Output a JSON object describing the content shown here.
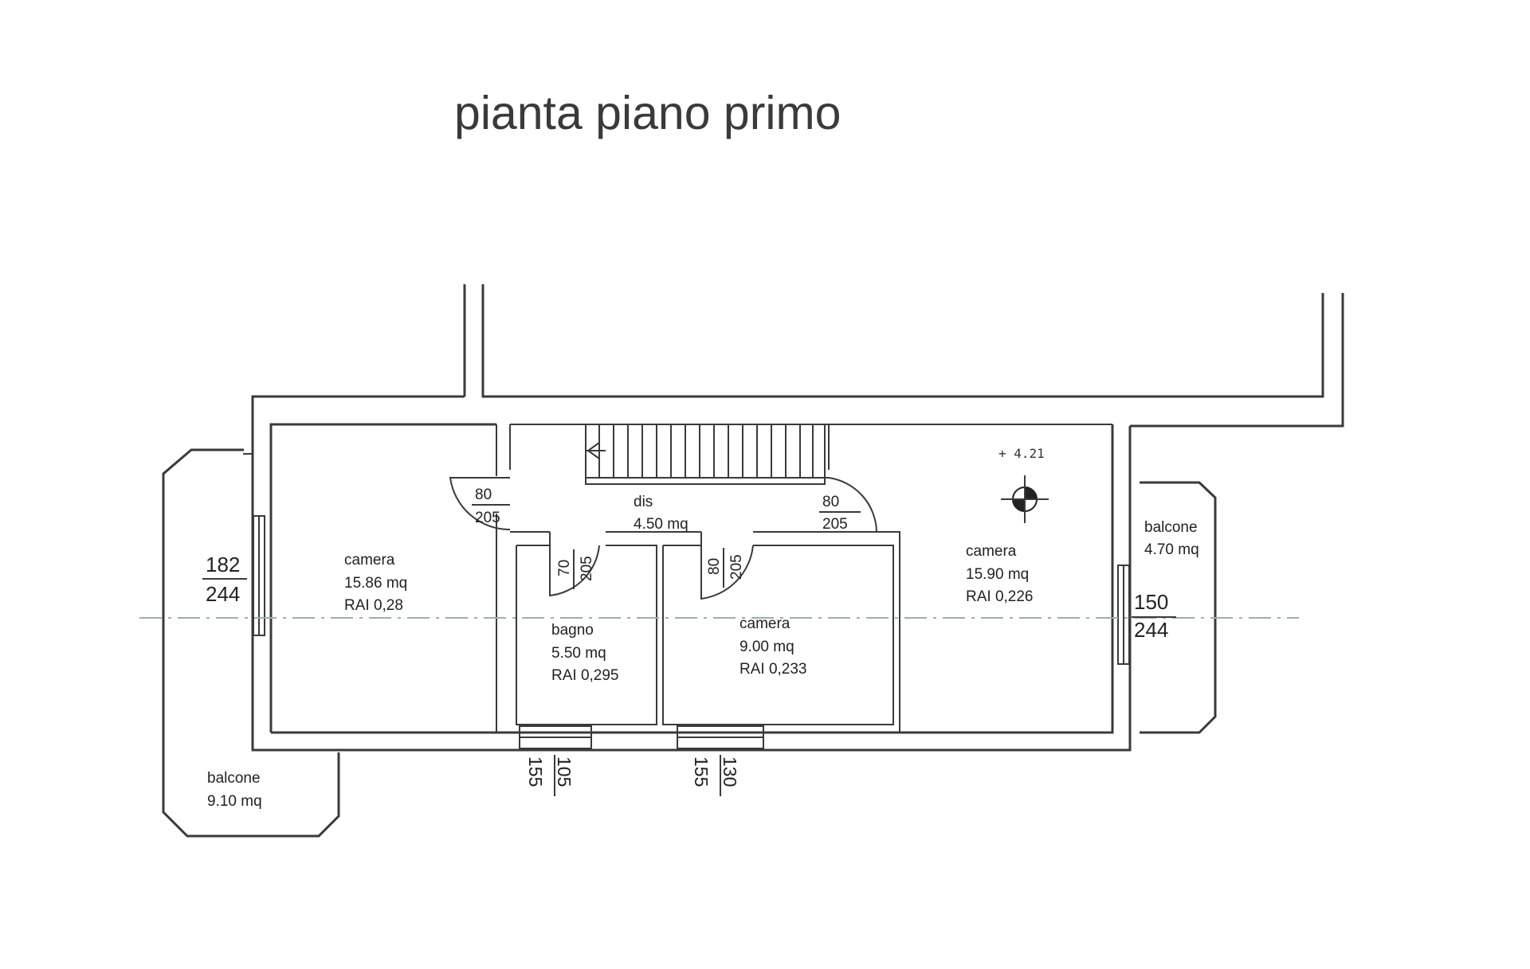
{
  "title": "pianta piano primo",
  "elevation": "+ 4.21",
  "rooms": {
    "camera_left": {
      "name": "camera",
      "area": "15.86 mq",
      "rai": "RAI 0,28"
    },
    "dis": {
      "name": "dis",
      "area": "4.50 mq"
    },
    "bagno": {
      "name": "bagno",
      "area": "5.50 mq",
      "rai": "RAI 0,295"
    },
    "camera_mid": {
      "name": "camera",
      "area": "9.00 mq",
      "rai": "RAI 0,233"
    },
    "camera_right": {
      "name": "camera",
      "area": "15.90 mq",
      "rai": "RAI 0,226"
    },
    "balcone_left": {
      "name": "balcone",
      "area": "9.10 mq"
    },
    "balcone_right": {
      "name": "balcone",
      "area": "4.70 mq"
    }
  },
  "doors": {
    "left": {
      "width": "80",
      "height": "205"
    },
    "right": {
      "width": "80",
      "height": "205"
    },
    "bagno": {
      "width": "70",
      "height": "205"
    },
    "camera_mid": {
      "width": "80",
      "height": "205"
    }
  },
  "windows": {
    "left": {
      "width": "182",
      "height": "244"
    },
    "right": {
      "width": "150",
      "height": "244"
    },
    "bagno": {
      "sill": "155",
      "height": "105"
    },
    "camera_mid": {
      "sill": "155",
      "height": "130"
    }
  }
}
